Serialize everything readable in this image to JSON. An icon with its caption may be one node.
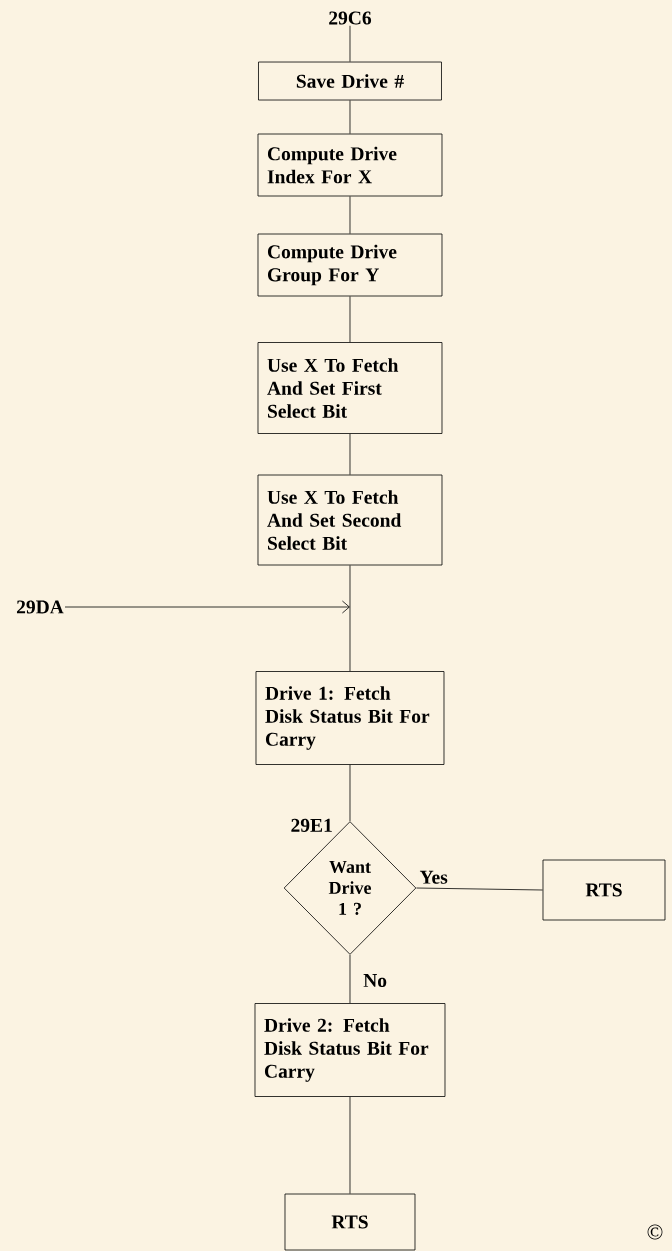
{
  "diagram": {
    "nodes": [
      {
        "text": [
          "29C6"
        ]
      },
      {
        "text": [
          "Save Drive #"
        ]
      },
      {
        "text": [
          "Compute Drive Index For X"
        ]
      },
      {
        "text": [
          "Compute Drive Group For Y"
        ]
      },
      {
        "text": [
          "Use X To Fetch And Set First Select Bit"
        ]
      },
      {
        "text": [
          "Use X To Fetch And Set Second Select Bit"
        ]
      },
      {
        "text": [
          "Drive 1: Fetch Disk Status Bit For Carry"
        ]
      },
      {
        "text": [
          "Want Drive 1 ?"
        ],
        "beside": [
          "29E1"
        ]
      },
      {
        "text": [
          "RTS"
        ]
      },
      {
        "text": [
          "Drive 2: Fetch Disk Status Bit For Carry"
        ]
      },
      {
        "text": [
          "RTS"
        ]
      },
      {
        "text": [
          "29DA"
        ]
      }
    ],
    "edges": [
      {
        "from": 0,
        "to": 1,
        "arrow": "none"
      },
      {
        "from": 1,
        "to": 2,
        "arrow": "none"
      },
      {
        "from": 2,
        "to": 3,
        "arrow": "none"
      },
      {
        "from": 3,
        "to": 4,
        "arrow": "none"
      },
      {
        "from": 4,
        "to": 5,
        "arrow": "none"
      },
      {
        "from": 5,
        "to": 6,
        "arrow": "none"
      },
      {
        "from": 11,
        "to": null,
        "arrow": "to"
      },
      {
        "from": 6,
        "to": 7,
        "arrow": "none"
      },
      {
        "from": 7,
        "to": 8,
        "arrow": "none",
        "label": "Yes"
      },
      {
        "from": 7,
        "to": 9,
        "arrow": "none",
        "label": "No"
      },
      {
        "from": 9,
        "to": 10,
        "arrow": "none"
      }
    ],
    "labels": [
      "©"
    ]
  }
}
